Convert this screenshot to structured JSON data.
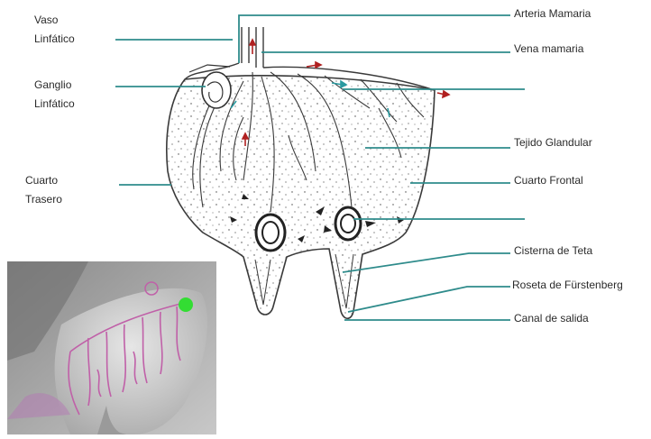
{
  "labels": {
    "vaso_linfatico": [
      "Vaso",
      "Linfático"
    ],
    "ganglio_linfatico": [
      "Ganglio",
      "Linfático"
    ],
    "cuarto_trasero": [
      "Cuarto",
      "Trasero"
    ],
    "arteria_mamaria": "Arteria Mamaria",
    "vena_mamaria": "Vena mamaria",
    "tejido_glandular": "Tejido Glandular",
    "cuarto_frontal": "Cuarto Frontal",
    "cisterna_teta": "Cisterna de Teta",
    "roseta_furstenberg": "Roseta de Fürstenberg",
    "canal_salida": "Canal de salida"
  },
  "colors": {
    "leader_line": "#2e8b8b",
    "outline": "#3a3a3a",
    "artery": "#b02020",
    "vein": "#2a9aa0",
    "photo_vessels": "#c060a8",
    "photo_dot": "#33dd33"
  }
}
